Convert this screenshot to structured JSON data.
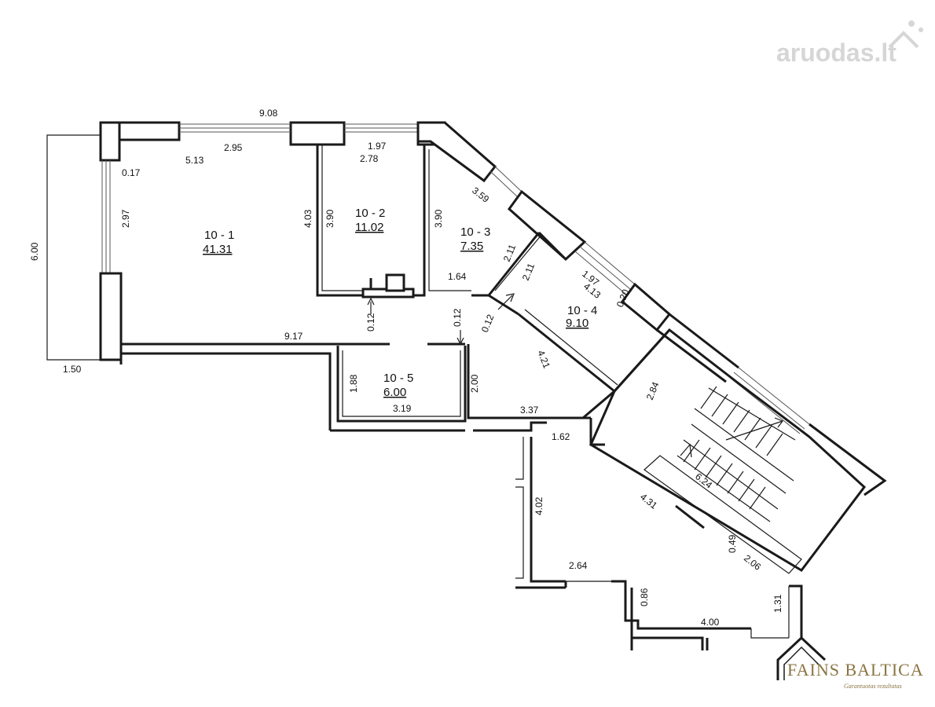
{
  "watermark": {
    "text": "aruodas.lt"
  },
  "logo": {
    "brand": "FAINS BALTICA",
    "tagline": "Garantuotas rezultatas"
  },
  "rooms": [
    {
      "id": "10 - 1",
      "area": "41.31"
    },
    {
      "id": "10 - 2",
      "area": "11.02"
    },
    {
      "id": "10 - 3",
      "area": "7.35"
    },
    {
      "id": "10 - 4",
      "area": "9.10"
    },
    {
      "id": "10 - 5",
      "area": "6.00"
    }
  ],
  "dimensions": {
    "d908": "9.08",
    "d295": "2.95",
    "d513": "5.13",
    "d017": "0.17",
    "d297": "2.97",
    "d600": "6.00",
    "d150": "1.50",
    "d403": "4.03",
    "d390a": "3.90",
    "d197a": "1.97",
    "d278": "2.78",
    "d390b": "3.90",
    "d359": "3.59",
    "d211a": "2.11",
    "d211b": "2.11",
    "d164": "1.64",
    "d197b": "1.97",
    "d413": "4.13",
    "d020": "0.20",
    "d012a": "0.12",
    "d012b": "0.12",
    "d012c": "0.12",
    "d917": "9.17",
    "d421": "4.21",
    "d284": "2.84",
    "d188": "1.88",
    "d200": "2.00",
    "d319": "3.19",
    "d337": "3.37",
    "d162": "1.62",
    "d624": "6.24",
    "d402": "4.02",
    "d431": "4.31",
    "d049": "0.49",
    "d206": "2.06",
    "d264": "2.64",
    "d086": "0.86",
    "d131": "1.31",
    "d400": "4.00"
  }
}
